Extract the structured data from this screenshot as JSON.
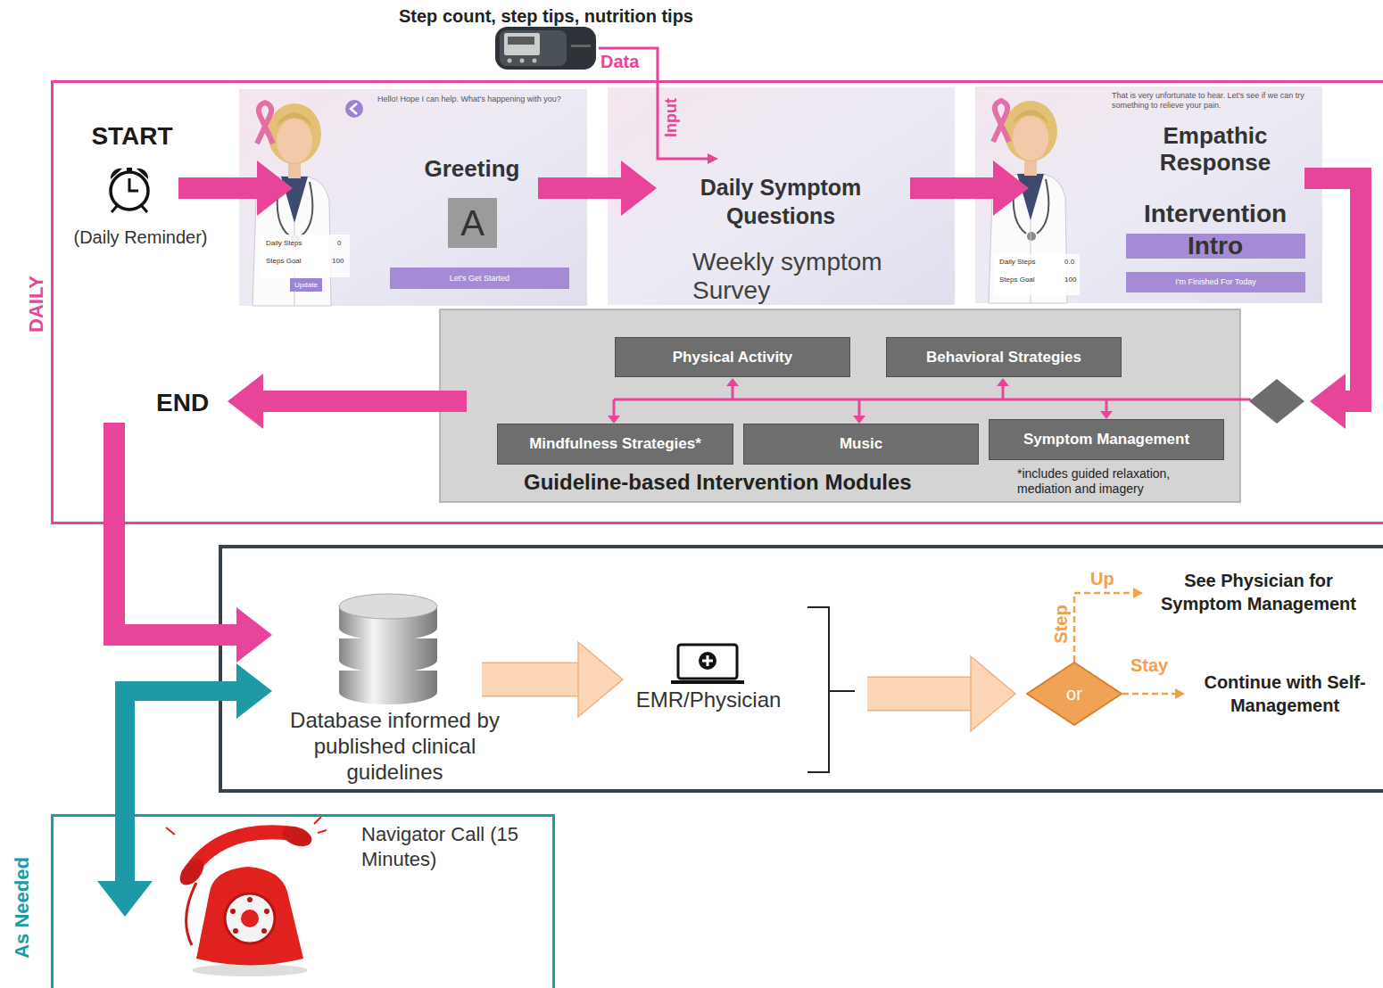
{
  "diagram": {
    "nodes": [
      {
        "text": [
          "Step count, step tips, nutrition tips"
        ]
      },
      {
        "text": [
          "DAILY"
        ]
      },
      {
        "text": [
          "START",
          "(Daily Reminder)"
        ],
        "in": 1
      },
      {
        "text": [
          "Hello! Hope I can help. What's happening with you?",
          "Daily Steps",
          "0",
          "Steps Goal",
          "100",
          "Update",
          "Greeting",
          "A",
          "Let's Get Started"
        ],
        "in": 1
      },
      {
        "text": [
          "Daily Symptom Questions",
          "Weekly symptom Survey"
        ],
        "in": 1
      },
      {
        "text": [
          "That is very unfortunate to hear. Let's see if we can try something to relieve your pain.",
          "Empathic Response",
          "Daily Steps",
          "0.0",
          "Steps Goal",
          "100",
          "Intervention Intro",
          "I'm Finished For Today"
        ],
        "in": 1
      },
      {
        "text": [
          "END"
        ],
        "in": 1
      },
      {
        "text": [
          "Guideline-based Intervention Modules",
          "*includes guided relaxation, mediation and imagery"
        ],
        "in": 1
      },
      {
        "text": [
          "Physical Activity"
        ],
        "in": 7
      },
      {
        "text": [
          "Behavioral Strategies"
        ],
        "in": 7
      },
      {
        "text": [
          "Mindfulness Strategies*"
        ],
        "in": 7
      },
      {
        "text": [
          "Music"
        ],
        "in": 7
      },
      {
        "text": [
          "Symptom Management"
        ],
        "in": 7
      },
      {
        "text": [
          "Database informed by published clinical guidelines"
        ]
      },
      {
        "text": [
          "EMR/Physician"
        ]
      },
      {
        "text": [
          "or"
        ]
      },
      {
        "text": [
          "See Physician for Symptom Management"
        ]
      },
      {
        "text": [
          "Continue with Self-Management"
        ]
      },
      {
        "text": [
          "As Needed",
          "Navigator Call (15 Minutes)"
        ]
      }
    ],
    "edges": [
      {
        "from": 0,
        "to": 4,
        "label": "Data",
        "arrow": "to"
      },
      {
        "from": 2,
        "to": 3,
        "arrow": "to"
      },
      {
        "from": 3,
        "to": 4,
        "arrow": "to"
      },
      {
        "from": 4,
        "to": 5,
        "arrow": "to"
      },
      {
        "from": 5,
        "to": 7,
        "arrow": "to"
      },
      {
        "from": 7,
        "to": 6,
        "arrow": "to"
      },
      {
        "from": 6,
        "to": 13,
        "arrow": "to"
      },
      {
        "from": 18,
        "to": 13,
        "arrow": "both"
      },
      {
        "from": 13,
        "to": 14,
        "arrow": "to"
      },
      {
        "from": 14,
        "to": 15,
        "arrow": "to"
      },
      {
        "from": 15,
        "to": 16,
        "label": "Up",
        "arrow": "to"
      },
      {
        "from": 15,
        "to": 17,
        "label": "Stay",
        "arrow": "to"
      }
    ],
    "labels": [
      "Input",
      "Step"
    ]
  }
}
